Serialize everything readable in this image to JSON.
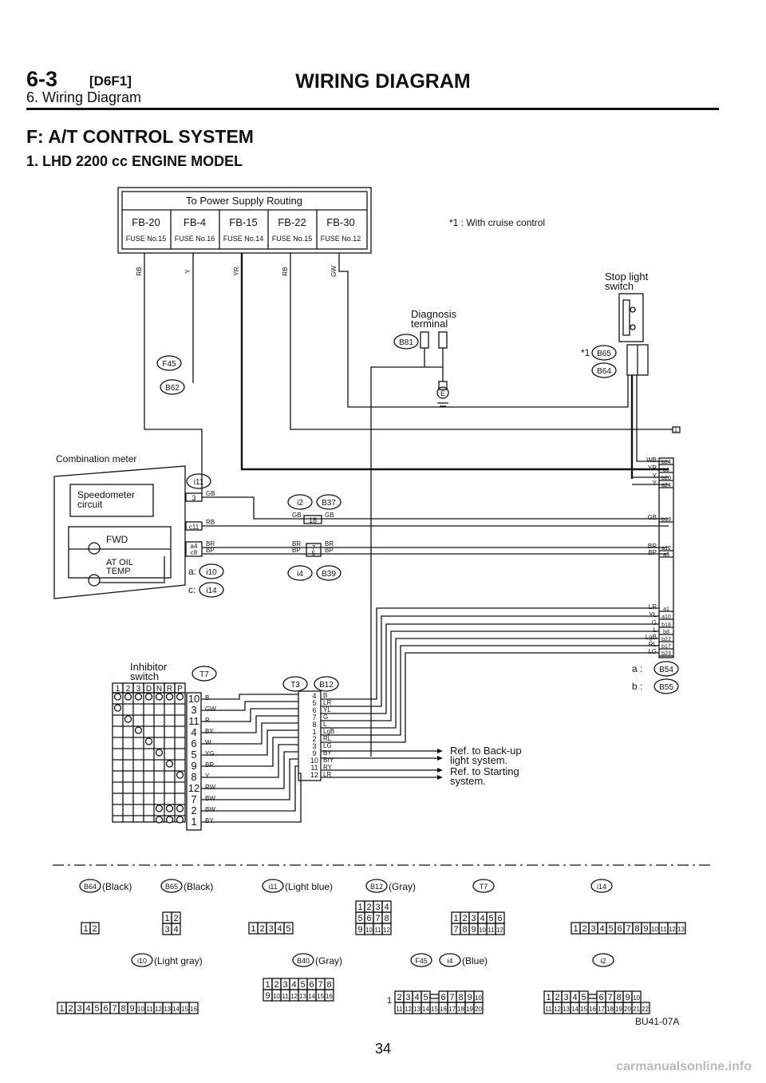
{
  "header": {
    "section_number": "6-3",
    "code": "[D6F1]",
    "title": "WIRING DIAGRAM",
    "subtitle": "6. Wiring Diagram"
  },
  "section_title": "F: A/T CONTROL SYSTEM",
  "subsection_title": "1. LHD 2200 cc ENGINE MODEL",
  "power": {
    "title": "To Power Supply Routing",
    "fuses": [
      {
        "fb": "FB-20",
        "fuse": "FUSE No.15",
        "wire": "RB"
      },
      {
        "fb": "FB-4",
        "fuse": "FUSE No.16",
        "wire": "Y"
      },
      {
        "fb": "FB-15",
        "fuse": "FUSE No.14",
        "wire": "YR"
      },
      {
        "fb": "FB-22",
        "fuse": "FUSE No.15",
        "wire": "RB"
      },
      {
        "fb": "FB-30",
        "fuse": "FUSE No.12",
        "wire": "GW"
      }
    ]
  },
  "note": "*1 : With cruise control",
  "components": {
    "stop_light_switch": "Stop light switch",
    "diagnosis_terminal": "Diagnosis terminal",
    "combination_meter": "Combination meter",
    "speedometer_circuit": "Speedometer circuit",
    "fwd": "FWD",
    "at_oil_temp": "AT OIL TEMP",
    "inhibitor_switch": "Inhibitor switch",
    "ref_back_up": "Ref. to Back-up light system.",
    "ref_starting": "Ref. to Starting system.",
    "cruise_mark": "*1",
    "ground": "E"
  },
  "connector_labels": {
    "f45": "F45",
    "b62": "B62",
    "b81": "B81",
    "b65": "B65",
    "b64": "B64",
    "i11": "i11",
    "i2": "i2",
    "b37": "B37",
    "i4": "i4",
    "b39": "B39",
    "i10": "i10",
    "i14": "i14",
    "t7": "T7",
    "t3": "T3",
    "b12": "B12",
    "b54": "B54",
    "b55": "B55",
    "a_prefix": "a:",
    "c_prefix": "c:",
    "a_prefix2": "a :",
    "b_prefix2": "b :",
    "tcm_1": "1"
  },
  "meter_pins": {
    "speed": "3",
    "c11": "c11",
    "a4": "a4",
    "c8": "c8"
  },
  "meter_wires": {
    "gb": "GB",
    "rb": "RB",
    "br": "BR",
    "bp": "BP"
  },
  "mid_pins": {
    "p18": "18",
    "p7": "7",
    "p5": "5"
  },
  "inhibitor": {
    "positions": [
      "1",
      "2",
      "3",
      "D",
      "N",
      "R",
      "P"
    ],
    "t7_pins": [
      "10",
      "3",
      "11",
      "4",
      "6",
      "5",
      "9",
      "8",
      "12",
      "7",
      "2",
      "1"
    ],
    "t7_wires": [
      "B",
      "GW",
      "R",
      "BY",
      "W",
      "YG",
      "BR",
      "Y",
      "RW",
      "BW",
      "BW",
      "BY"
    ],
    "t3_pins": [
      "4",
      "5",
      "6",
      "7",
      "8",
      "1",
      "2",
      "3",
      "9",
      "10",
      "11",
      "12"
    ],
    "t3_wires": [
      "B",
      "LR",
      "YL",
      "G",
      "L",
      "LgB",
      "RL",
      "LG",
      "BY",
      "BrY",
      "RY",
      "LR"
    ]
  },
  "tcm": {
    "wires": [
      "WB",
      "YR",
      "Y",
      "Y",
      "GB",
      "BR",
      "BP",
      "LR",
      "YL",
      "G",
      "L",
      "LgB",
      "RL",
      "LG"
    ],
    "pins": [
      "b24",
      "b6",
      "b20",
      "a24",
      "b13",
      "a12",
      "a3",
      "a1",
      "a10",
      "b18",
      "b8",
      "b22",
      "b17",
      "b23"
    ]
  },
  "legend": {
    "row1": [
      {
        "id": "B64",
        "desc": "(Black)",
        "grid": [
          [
            "1",
            "2"
          ]
        ]
      },
      {
        "id": "B65",
        "desc": "(Black)",
        "grid": [
          [
            "1",
            "2"
          ],
          [
            "3",
            "4"
          ]
        ]
      },
      {
        "id": "i11",
        "desc": "(Light blue)",
        "grid": [
          [
            "1",
            "2",
            "3",
            "4",
            "5"
          ]
        ]
      },
      {
        "id": "B12",
        "desc": "(Gray)",
        "grid": [
          [
            "1",
            "2",
            "3",
            "4"
          ],
          [
            "5",
            "6",
            "7",
            "8"
          ],
          [
            "9",
            "10",
            "11",
            "12"
          ]
        ]
      },
      {
        "id": "T7",
        "desc": "",
        "grid": [
          [
            "1",
            "2",
            "3",
            "4",
            "5",
            "6"
          ],
          [
            "7",
            "8",
            "9",
            "10",
            "11",
            "12"
          ]
        ]
      },
      {
        "id": "i14",
        "desc": "",
        "grid": [
          [
            "1",
            "2",
            "3",
            "4",
            "5",
            "6",
            "7",
            "8",
            "9",
            "10",
            "11",
            "12",
            "13"
          ]
        ]
      }
    ],
    "row2": [
      {
        "id": "i10",
        "desc": "(Light gray)",
        "grid": [
          [
            "1",
            "2",
            "3",
            "4",
            "5",
            "6",
            "7",
            "8",
            "9",
            "10",
            "11",
            "12",
            "13",
            "14",
            "15",
            "16"
          ]
        ]
      },
      {
        "id": "B40",
        "desc": "(Gray)",
        "grid": [
          [
            "1",
            "2",
            "3",
            "4",
            "5",
            "6",
            "7",
            "8"
          ],
          [
            "9",
            "10",
            "11",
            "12",
            "13",
            "14",
            "15",
            "16"
          ]
        ]
      },
      {
        "id": "F45",
        "id2": "i4",
        "desc": "(Blue)",
        "grid": [
          [
            "1"
          ],
          [
            "2",
            "3",
            "4",
            "5",
            "",
            "6",
            "7",
            "8",
            "9",
            "10"
          ],
          [
            "11",
            "12",
            "13",
            "14",
            "15",
            "16",
            "17",
            "18",
            "19",
            "20"
          ]
        ]
      },
      {
        "id": "i2",
        "desc": "",
        "grid": [
          [
            "1",
            "2",
            "3",
            "4",
            "5",
            "",
            "6",
            "7",
            "8",
            "9",
            "10"
          ],
          [
            "11",
            "12",
            "13",
            "14",
            "15",
            "16",
            "17",
            "18",
            "19",
            "20",
            "21",
            "22"
          ]
        ]
      }
    ]
  },
  "figure_code": "BU41-07A",
  "page_number": "34",
  "watermark": "carmanualsonline.info"
}
